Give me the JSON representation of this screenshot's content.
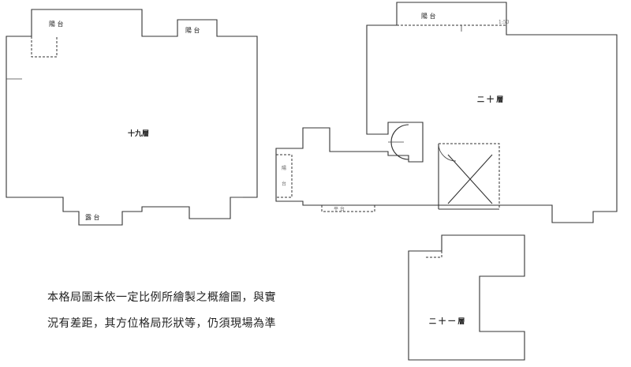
{
  "labels": {
    "floor_19": "十九層",
    "balcony_19_left": "陽 台",
    "balcony_19_right": "陽 台",
    "terrace_19": "露 台",
    "floor_20": "二 十 層",
    "balcony_20": "陽 台",
    "side_balcony_20": "陽 台",
    "bottom_balcony_20": "平 台",
    "corner_mark_20": "1:50",
    "floor_21": "二 十 一 層"
  },
  "disclaimer": {
    "line1": "本格局圖未依一定比例所繪製之概繪圖，與實",
    "line2": "況有差距，其方位格局形狀等，仍須現場為準"
  }
}
